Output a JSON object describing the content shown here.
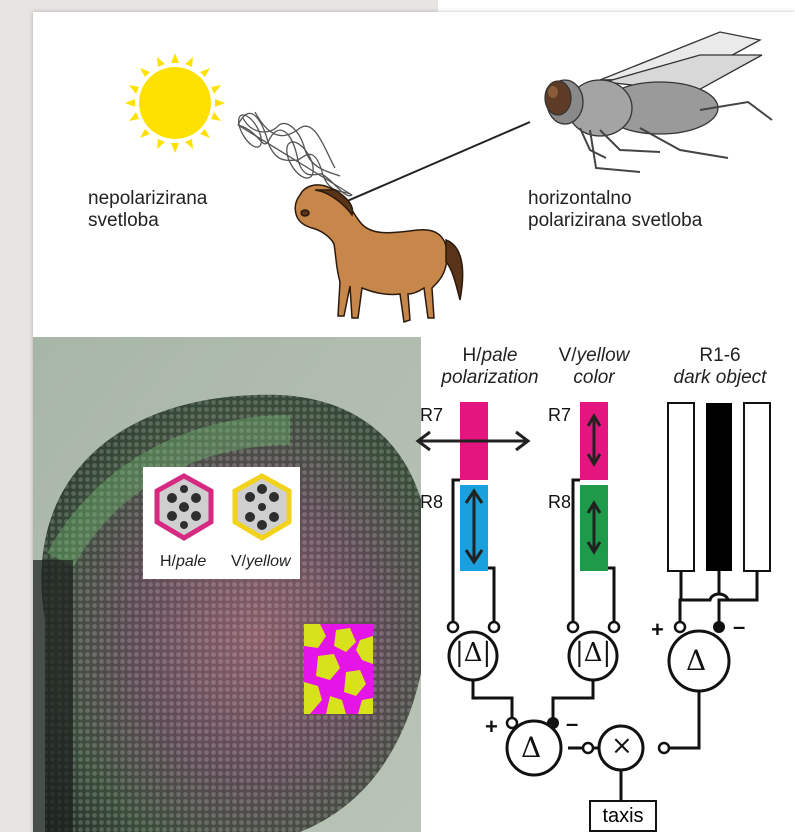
{
  "top_panel": {
    "left_caption": [
      "nepolarizirana",
      "svetloba"
    ],
    "right_caption": [
      "horizontalno",
      "polarizirana svetloba"
    ]
  },
  "inset": {
    "label_h_prefix": "H/",
    "label_h_italic": "pale",
    "label_v_prefix": "V/",
    "label_v_italic": "yellow"
  },
  "circuit": {
    "col1_title_prefix": "H/",
    "col1_title_italic": "pale",
    "col1_sub": "polarization",
    "col2_title_prefix": "V/",
    "col2_title_italic": "yellow",
    "col2_sub": "color",
    "col3_title": "R1-6",
    "col3_sub": "dark object",
    "r7_left": "R7",
    "r8_left": "R8",
    "r7_right": "R7",
    "r8_right": "R8",
    "abs_delta": "|Δ|",
    "delta": "Δ",
    "times": "×",
    "plus": "+",
    "minus": "–",
    "taxis": "taxis"
  },
  "colors": {
    "magenta": "#e4157e",
    "blue": "#1aa0dc",
    "green": "#1f9a4a",
    "sun": "#ffe100",
    "horse": "#c8874a",
    "fly": "#9a9a9a",
    "inset_hex_pink": "#d62a82",
    "inset_hex_yellow": "#f2d21b"
  },
  "icons": [
    "sun-icon",
    "horse-icon",
    "horsefly-icon",
    "eye-photo",
    "polarization-arrow-icon"
  ]
}
